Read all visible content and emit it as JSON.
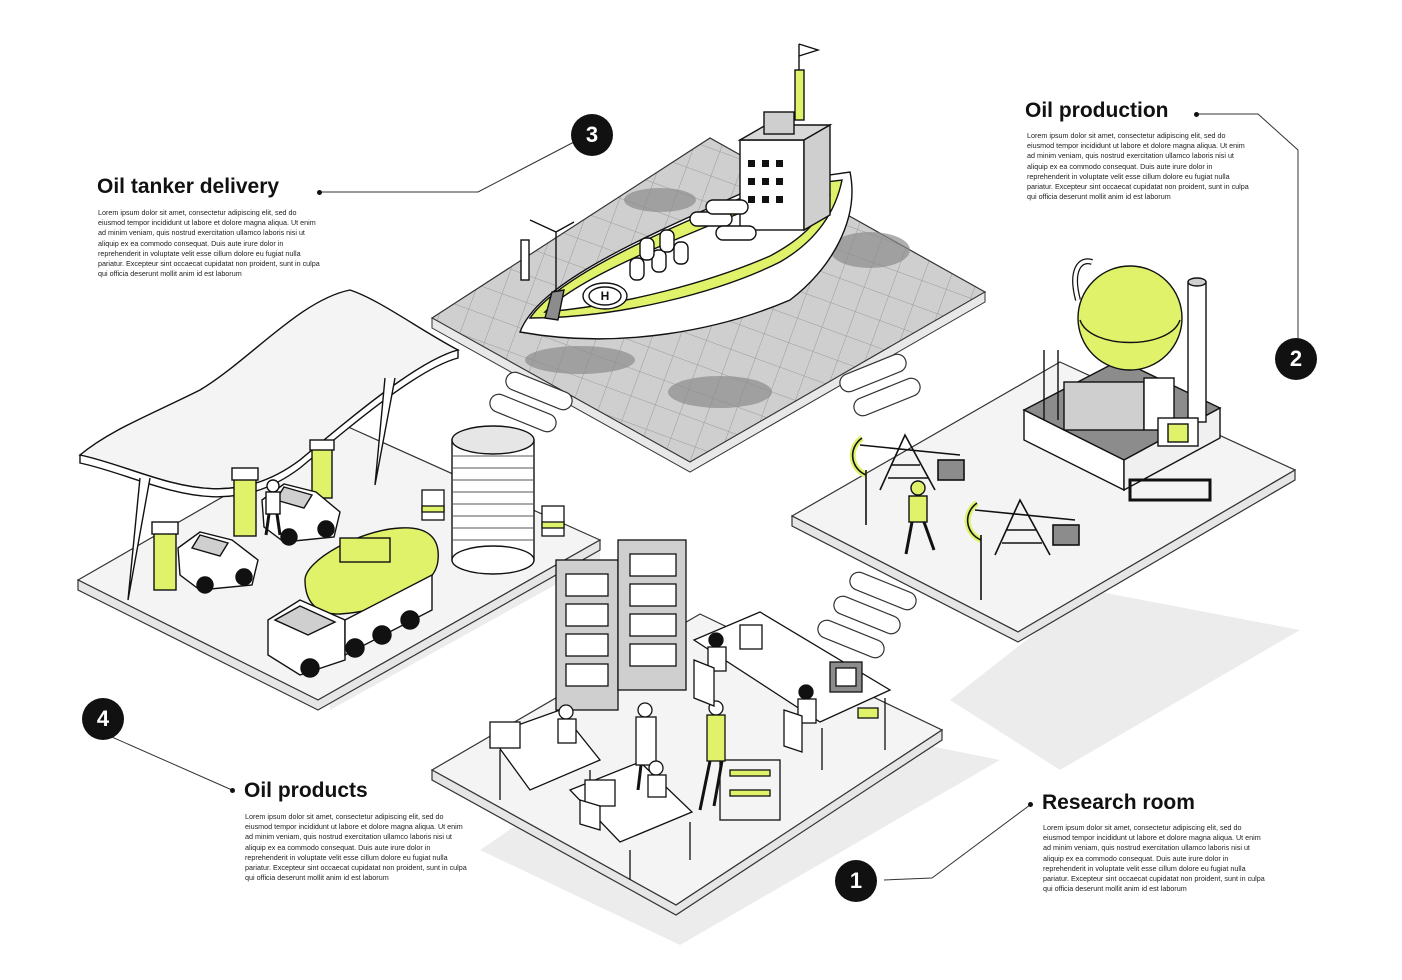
{
  "theme": {
    "accent": "#dff26a",
    "ink": "#111111",
    "floor": "#f2f2f2",
    "shadow": "#8c8c8c"
  },
  "sections": {
    "tanker": {
      "number": "3",
      "title": "Oil tanker delivery",
      "text": "Lorem ipsum dolor sit amet, consectetur adipiscing elit, sed do eiusmod tempor incididunt ut labore et dolore magna aliqua. Ut enim ad minim veniam, quis nostrud exercitation ullamco laboris nisi ut aliquip ex ea commodo consequat. Duis aute irure dolor in reprehenderit in voluptate velit esse cillum dolore eu fugiat nulla pariatur. Excepteur sint occaecat cupidatat non proident, sunt in culpa qui officia deserunt mollit anim id est laborum"
    },
    "production": {
      "number": "2",
      "title": "Oil production",
      "text": "Lorem ipsum dolor sit amet, consectetur adipiscing elit, sed do eiusmod tempor incididunt ut labore et dolore magna aliqua. Ut enim ad minim veniam, quis nostrud exercitation ullamco laboris nisi ut aliquip ex ea commodo consequat. Duis aute irure dolor in reprehenderit in voluptate velit esse cillum dolore eu fugiat nulla pariatur. Excepteur sint occaecat cupidatat non proident, sunt in culpa qui officia deserunt mollit anim id est laborum"
    },
    "products": {
      "number": "4",
      "title": "Oil products",
      "text": "Lorem ipsum dolor sit amet, consectetur adipiscing elit, sed do eiusmod tempor incididunt ut labore et dolore magna aliqua. Ut enim ad minim veniam, quis nostrud exercitation ullamco laboris nisi ut aliquip ex ea commodo consequat. Duis aute irure dolor in reprehenderit in voluptate velit esse cillum dolore eu fugiat nulla pariatur. Excepteur sint occaecat cupidatat non proident, sunt in culpa qui officia deserunt mollit anim id est laborum"
    },
    "research": {
      "number": "1",
      "title": "Research room",
      "text": "Lorem ipsum dolor sit amet, consectetur adipiscing elit, sed do eiusmod tempor incididunt ut labore et dolore magna aliqua. Ut enim ad minim veniam, quis nostrud exercitation ullamco laboris nisi ut aliquip ex ea commodo consequat. Duis aute irure dolor in reprehenderit in voluptate velit esse cillum dolore eu fugiat nulla pariatur. Excepteur sint occaecat cupidatat non proident, sunt in culpa qui officia deserunt mollit anim id est laborum"
    }
  },
  "labels": {
    "helipad": "H"
  }
}
